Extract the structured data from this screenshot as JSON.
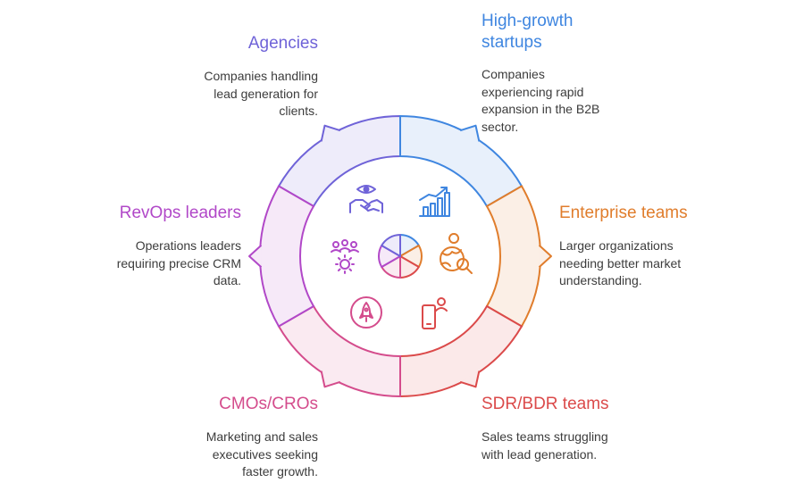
{
  "colors": {
    "agencies": "#6f63d8",
    "startups": "#3f86e0",
    "enterprise": "#e07d2c",
    "sdr": "#db4a4a",
    "cmos": "#d44c8c",
    "revops": "#b148c8"
  },
  "segments": [
    {
      "id": "agencies",
      "title": "Agencies",
      "description": "Companies handling\nlead generation for\nclients.",
      "icon": "handshake-eye-icon"
    },
    {
      "id": "startups",
      "title": "High-growth\nstartups",
      "description": "Companies\nexperiencing rapid\nexpansion in the B2B\nsector.",
      "icon": "growth-chart-icon"
    },
    {
      "id": "enterprise",
      "title": "Enterprise teams",
      "description": "Larger organizations\nneeding better market\nunderstanding.",
      "icon": "globe-search-icon"
    },
    {
      "id": "sdr",
      "title": "SDR/BDR teams",
      "description": "Sales teams struggling\nwith lead generation.",
      "icon": "mobile-user-icon"
    },
    {
      "id": "cmos",
      "title": "CMOs/CROs",
      "description": "Marketing and sales\nexecutives seeking\nfaster growth.",
      "icon": "rocket-icon"
    },
    {
      "id": "revops",
      "title": "RevOps leaders",
      "description": "Operations leaders\nrequiring precise CRM\ndata.",
      "icon": "team-gear-icon"
    }
  ],
  "center_icon": "pie-chart-icon"
}
